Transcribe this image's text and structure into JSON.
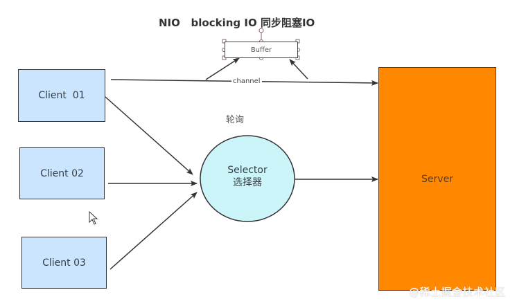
{
  "title": "NIO   blocking IO 同步阻塞IO",
  "clients": [
    {
      "label": "Client  01"
    },
    {
      "label": "Client 02"
    },
    {
      "label": "Client 03"
    }
  ],
  "buffer": {
    "label": "Buffer"
  },
  "channel": {
    "label": "channel"
  },
  "poll": {
    "label": "轮询"
  },
  "selector": {
    "label_en": "Selector",
    "label_zh": "选择器"
  },
  "server": {
    "label": "Server"
  },
  "watermark": "@稀土掘金技术社区",
  "colors": {
    "client_fill": "#cce5ff",
    "selector_fill": "#ccf5fa",
    "server_fill": "#ff8800",
    "line": "#333333"
  }
}
